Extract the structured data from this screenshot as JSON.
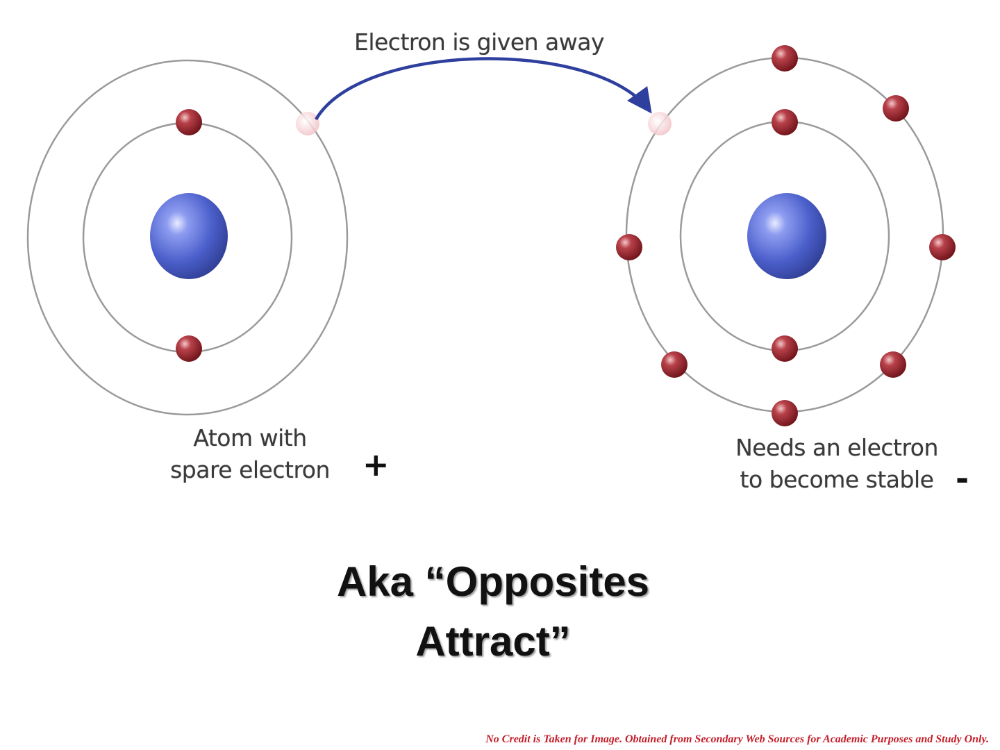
{
  "arrow_label": "Electron is given away",
  "left_atom": {
    "label_line1": "Atom with",
    "label_line2": "spare electron",
    "charge": "+"
  },
  "right_atom": {
    "label_line1": "Needs an electron",
    "label_line2": "to become stable",
    "charge": "-"
  },
  "headline_line1": "Aka “Opposites",
  "headline_line2": "Attract”",
  "credit": "No Credit is Taken for Image. Obtained from Secondary Web Sources for Academic Purposes and Study Only.",
  "colors": {
    "nucleus": "#4a5fc9",
    "electron": "#a8262e",
    "orbit": "#9a9a9a",
    "arrow": "#2e3f9e",
    "transferred_electron": "#f2c4c8",
    "credit": "#c41e2a"
  }
}
